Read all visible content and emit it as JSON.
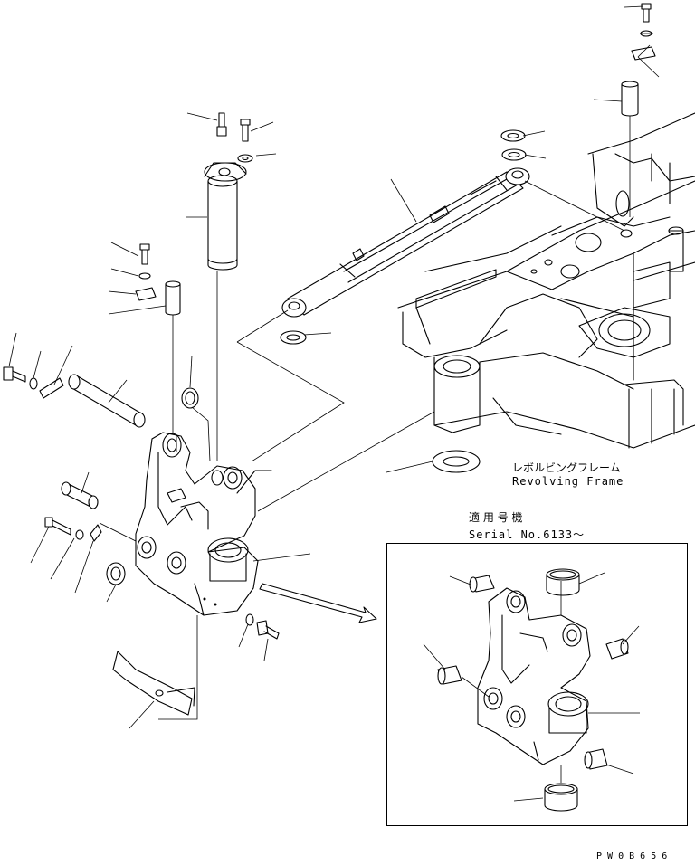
{
  "frame_label_jp": "レボルビングフレーム",
  "frame_label_en": "Revolving Frame",
  "applicable_jp": "適 用 号 機",
  "serial": "Serial No.6133～",
  "drawing_code": "P W 0 B 6 5 6"
}
